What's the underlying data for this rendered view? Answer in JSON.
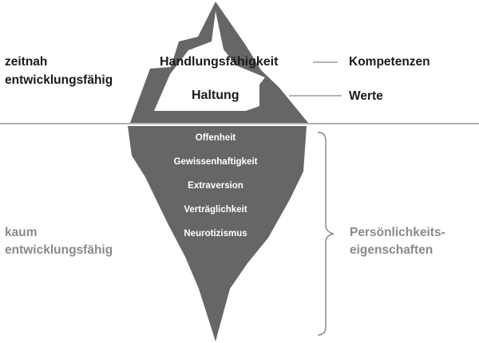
{
  "labels": {
    "above_left_1": "zeitnah",
    "above_left_2": "entwicklungsfähig",
    "below_left_1": "kaum",
    "below_left_2": "entwicklungsfähig",
    "right_top_1": "Kompetenzen",
    "right_top_2": "Werte",
    "right_bottom_1": "Persönlichkeits-",
    "right_bottom_2": "eigenschaften"
  },
  "tip_layers": [
    "Handlungsfähigkeit",
    "Haltung"
  ],
  "traits": [
    "Offenheit",
    "Gewissenhaftigkeit",
    "Extraversion",
    "Verträglichkeit",
    "Neurotizismus"
  ],
  "colors": {
    "iceberg": "#666666",
    "text_dark": "#1a1a1a",
    "text_grey": "#8a8a8a",
    "lines": "#888888"
  }
}
